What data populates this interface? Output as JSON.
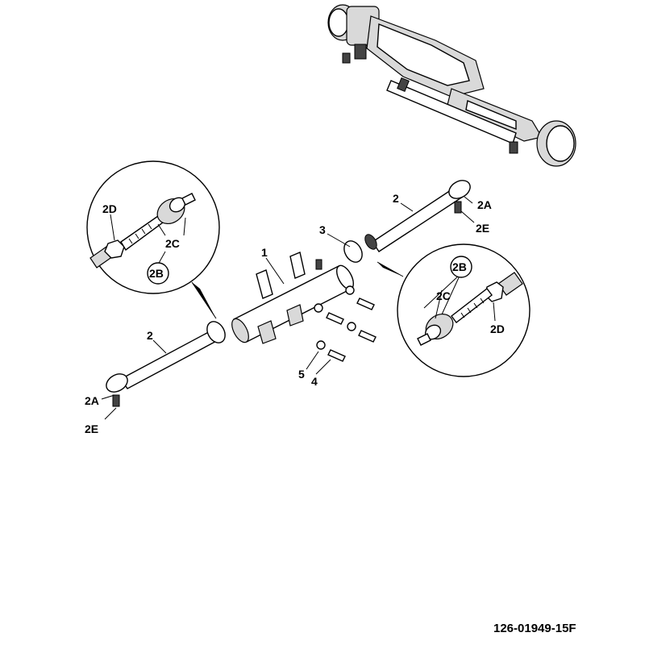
{
  "drawing_ref": "126-01949-15F",
  "callouts": {
    "part_1": "1",
    "tie_rod_left": "2",
    "tie_rod_right": "2",
    "bellows": "3",
    "bolt": "4",
    "washer": "5",
    "end_left_2A": "2A",
    "end_left_2E": "2E",
    "end_right_2A": "2A",
    "end_right_2E": "2E"
  },
  "detail_left": {
    "d": "2D",
    "c": "2C",
    "b": "2B"
  },
  "detail_right": {
    "d": "2D",
    "c": "2C",
    "b": "2B"
  }
}
